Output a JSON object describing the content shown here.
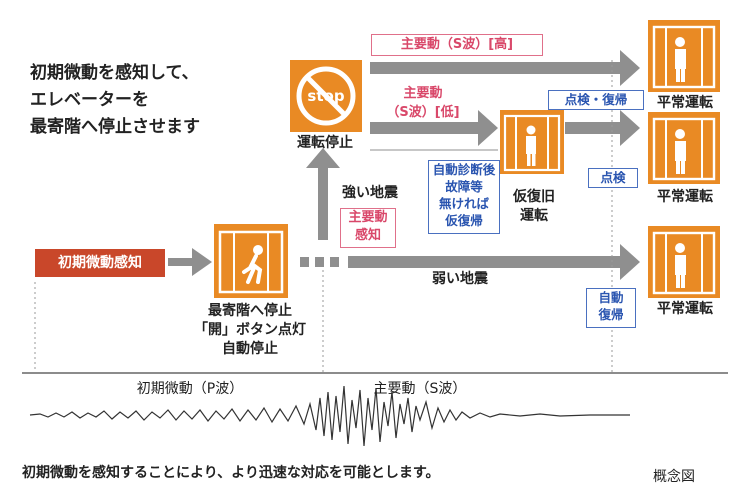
{
  "intro_text": "初期微動を感知して、\nエレベーターを\n最寄階へ停止させます",
  "initial_detect": "初期微動感知",
  "stop_word": "stop",
  "labels": {
    "operation_stop": "運転停止",
    "nearest_stop": "最寄階へ停止\n「開」ボタン点灯\n自動停止",
    "strong_quake": "強い地震",
    "weak_quake": "弱い地震",
    "temp_recovery": "仮復旧\n運転",
    "normal_1": "平常運転",
    "normal_2": "平常運転",
    "normal_3": "平常運転",
    "p_wave": "初期微動（P波）",
    "s_wave": "主要動（S波）"
  },
  "pink_boxes": {
    "s_high": "主要動（S波）[高]",
    "s_low": "主要動\n（S波）[低]",
    "s_detect": "主要動\n感知"
  },
  "blue_boxes": {
    "inspect_restore": "点検・復帰",
    "auto_diag": "自動診断後\n故障等\n無ければ\n仮復帰",
    "inspect": "点検",
    "auto_restore": "自動\n復帰"
  },
  "footer": "初期微動を感知することにより、より迅速な対応を可能とします。",
  "concept_label": "概念図",
  "colors": {
    "orange": "#e98a24",
    "red": "#c9472a",
    "arrow_gray": "#8f8f8f",
    "pink": "#d9486a",
    "blue": "#2a55b0"
  }
}
